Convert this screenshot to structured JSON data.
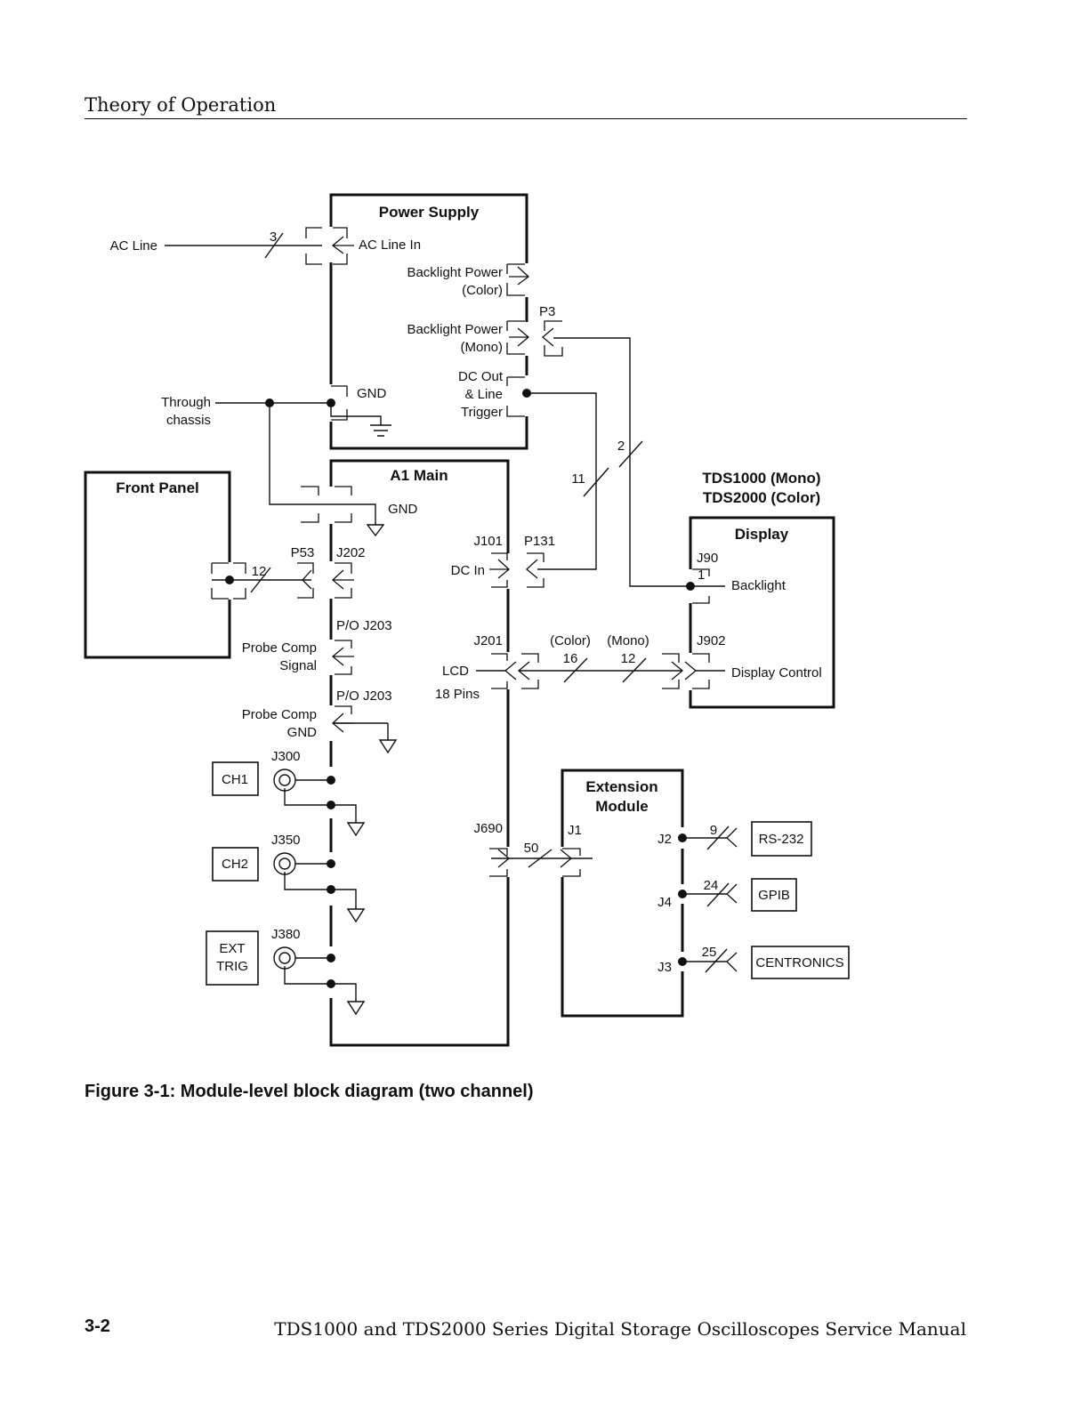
{
  "header": {
    "section_title": "Theory of Operation"
  },
  "figure": {
    "caption": "Figure 3-1: Module-level block diagram (two channel)"
  },
  "footer": {
    "page_number": "3-2",
    "manual_title": "TDS1000 and TDS2000 Series Digital Storage Oscilloscopes Service Manual"
  },
  "diagram": {
    "power_supply": {
      "title": "Power Supply",
      "ac_line_in": "AC Line In",
      "backlight_power": "Backlight Power",
      "color": "(Color)",
      "mono": "(Mono)",
      "dc_out": "DC Out",
      "line": "& Line",
      "trigger": "Trigger",
      "gnd": "GND",
      "p3": "P3"
    },
    "external": {
      "ac_line": "AC Line",
      "ac_line_wires": "3",
      "through": "Through",
      "chassis": "chassis"
    },
    "front_panel": {
      "title": "Front Panel",
      "p53": "P53",
      "wires": "12"
    },
    "main": {
      "title": "A1 Main",
      "gnd": "GND",
      "j202": "J202",
      "po_j203_a": "P/O J203",
      "probe_comp": "Probe Comp",
      "signal": "Signal",
      "po_j203_b": "P/O J203",
      "gnd2": "GND",
      "j300": "J300",
      "j350": "J350",
      "j380": "J380",
      "j101": "J101",
      "p131": "P131",
      "dc_in": "DC In",
      "dc_wires": "11",
      "j201": "J201",
      "lcd": "LCD",
      "pins": "18 Pins",
      "j690": "J690",
      "ext_wires": "50"
    },
    "inputs": {
      "ch1": "CH1",
      "ch2": "CH2",
      "ext": "EXT",
      "trig": "TRIG"
    },
    "display": {
      "model_mono": "TDS1000 (Mono)",
      "model_color": "TDS2000 (Color)",
      "title": "Display",
      "j90": "J90",
      "pin1": "1",
      "backlight": "Backlight",
      "j902": "J902",
      "display_control": "Display Control",
      "backlight_wires": "2",
      "color_label": "(Color)",
      "color_wires": "16",
      "mono_label": "(Mono)",
      "mono_wires": "12"
    },
    "extension": {
      "title_line1": "Extension",
      "title_line2": "Module",
      "j1": "J1",
      "j2": "J2",
      "j4": "J4",
      "j3": "J3",
      "rs232_wires": "9",
      "gpib_wires": "24",
      "centronics_wires": "25",
      "rs232": "RS-232",
      "gpib": "GPIB",
      "centronics": "CENTRONICS"
    }
  }
}
